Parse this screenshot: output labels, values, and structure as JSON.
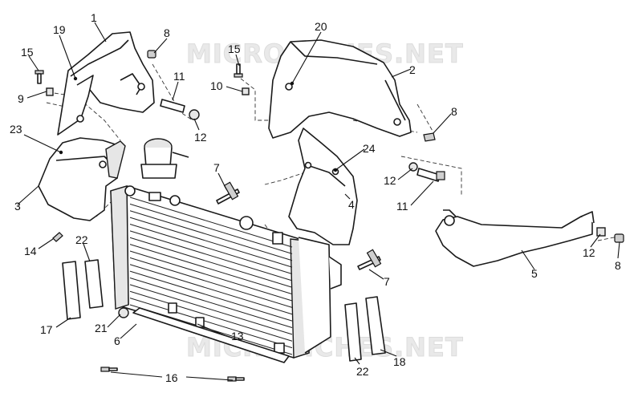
{
  "watermark": {
    "text": "MICROFICHES.NET"
  },
  "callouts": {
    "c1": "1",
    "c19": "19",
    "c8a": "8",
    "c15a": "15",
    "c9": "9",
    "c11a": "11",
    "c12a": "12",
    "c23": "23",
    "c3": "3",
    "c14": "14",
    "c22a": "22",
    "c17": "17",
    "c21": "21",
    "c6": "6",
    "c16": "16",
    "c13": "13",
    "c7a": "7",
    "c15b": "15",
    "c10": "10",
    "c20": "20",
    "c2": "2",
    "c8b": "8",
    "c24": "24",
    "c4": "4",
    "c12b": "12",
    "c11b": "11",
    "c7b": "7",
    "c22b": "22",
    "c18": "18",
    "c5": "5",
    "c12c": "12",
    "c8c": "8"
  }
}
